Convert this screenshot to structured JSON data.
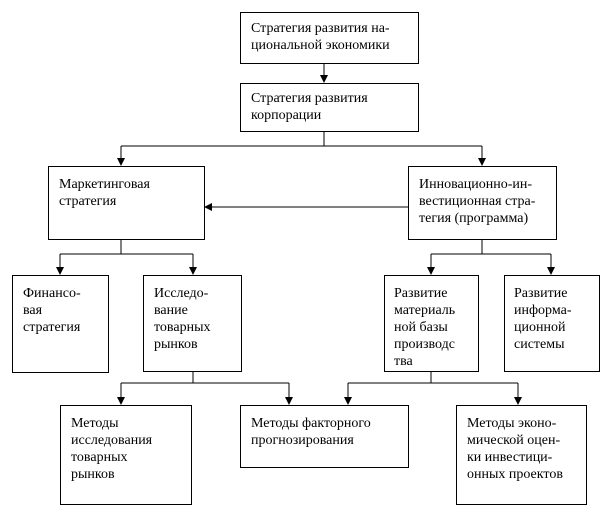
{
  "nodes": {
    "national_strategy": "Стратегия развития на-\nциональной экономики",
    "corporate_strategy": "Стратегия развития\nкорпорации",
    "marketing_strategy": "Маркетинговая\nстратегия",
    "innovation_strategy": "Инновационно-ин-\nвестиционная стра-\nтегия (программа)",
    "financial_strategy": "Финансо-\nвая\nстратегия",
    "market_research": "Исследо-\nвание\nтоварных\nрынков",
    "production_base": "Развитие\nматериаль\nной базы\nпроизводс\nтва",
    "information_system": "Развитие\nинформа-\nционной\nсистемы",
    "market_methods": "Методы\nисследования\nтоварных\nрынков",
    "factor_forecasting": "Методы факторного\nпрогнозирования",
    "investment_evaluation": "Методы эконо-\nмической оцен-\nки инвестици-\nонных проектов"
  }
}
